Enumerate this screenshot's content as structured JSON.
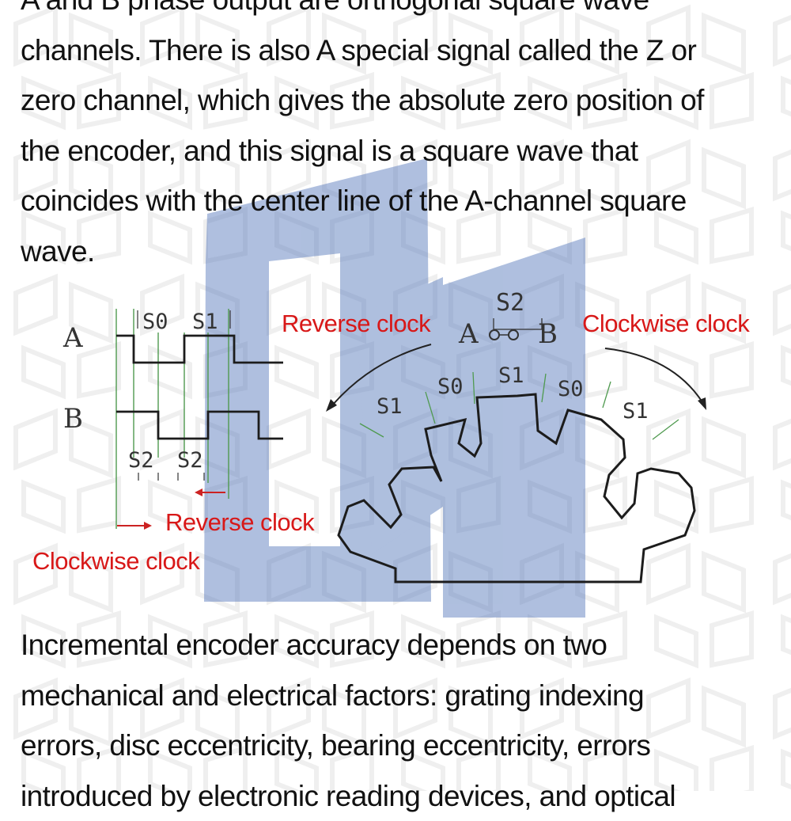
{
  "paragraph_top": {
    "lines": [
      "A and B phase output are orthogonal square wave",
      "channels. There is also A special signal called the Z or",
      "zero channel, which gives the absolute zero position of",
      "the encoder, and this signal is a square wave that",
      "coincides with the center line of the A-channel square",
      "wave."
    ]
  },
  "diagram": {
    "waveform": {
      "channel_a": "A",
      "channel_b": "B",
      "state_s0": "S0",
      "state_s1": "S1",
      "state_s2_first": "S2",
      "state_s2_second": "S2",
      "reverse_clock": "Reverse clock",
      "clockwise_clock": "Clockwise clock"
    },
    "disc": {
      "reverse_clock": "Reverse clock",
      "clockwise_clock": "Clockwise clock",
      "sensor_a": "A",
      "sensor_b": "B",
      "sensor_spacing": "S2",
      "region_s1_left": "S1",
      "region_s0_left": "S0",
      "region_s1_center": "S1",
      "region_s0_right": "S0",
      "region_s1_right": "S1"
    }
  },
  "paragraph_bottom": {
    "lines": [
      "Incremental encoder accuracy depends on two",
      "mechanical and electrical factors: grating indexing",
      "errors, disc eccentricity, bearing eccentricity, errors",
      "introduced by electronic reading devices, and optical"
    ]
  },
  "colors": {
    "text": "#111111",
    "annotation_red": "#d81818",
    "diagram_line": "#222222",
    "guide_green": "#4f9a4f",
    "watermark_blue": "#4d72b8"
  }
}
